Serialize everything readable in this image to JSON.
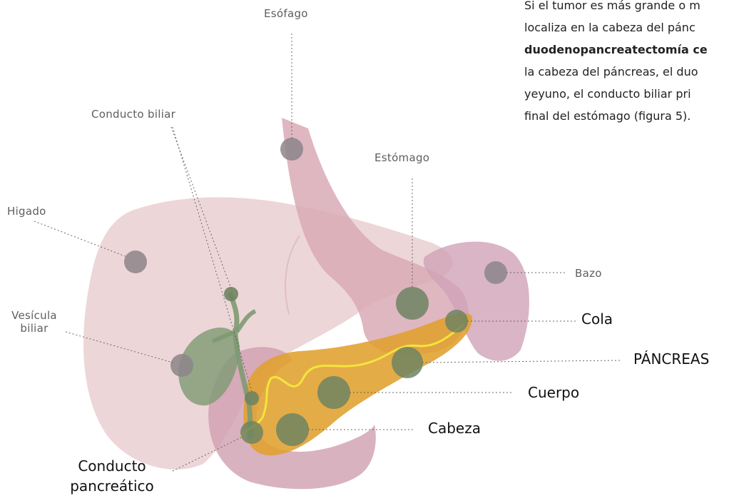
{
  "paragraph": {
    "line1": "Si el tumor es más grande o m",
    "line2": "localiza en la cabeza del pánc",
    "line3_bold": "duodenopancreatectomía ce",
    "line4": "la cabeza del páncreas, el duo",
    "line5": "yeyuno, el conducto biliar pri",
    "line6": "final del estómago (figura 5)."
  },
  "labels": {
    "esofago": "Esófago",
    "conducto_biliar": "Conducto biliar",
    "estomago": "Estómago",
    "higado": "Higado",
    "bazo": "Bazo",
    "vesicula_line1": "Vesícula",
    "vesicula_line2": "biliar",
    "cola": "Cola",
    "pancreas": "PÁNCREAS",
    "cuerpo": "Cuerpo",
    "cabeza": "Cabeza",
    "conducto_pancreatico_line1": "Conducto",
    "conducto_pancreatico_line2": "pancreático"
  },
  "colors": {
    "liver": "#e6c4c8",
    "stomach": "#d9aab5",
    "spleen": "#cfa3b6",
    "duodenum": "#cf9fb0",
    "pancreas": "#e0a02e",
    "gallbladder": "#7d9a72",
    "duct": "#f3e53c",
    "marker_gray": "#8c8589",
    "marker_green": "#6f8461"
  }
}
